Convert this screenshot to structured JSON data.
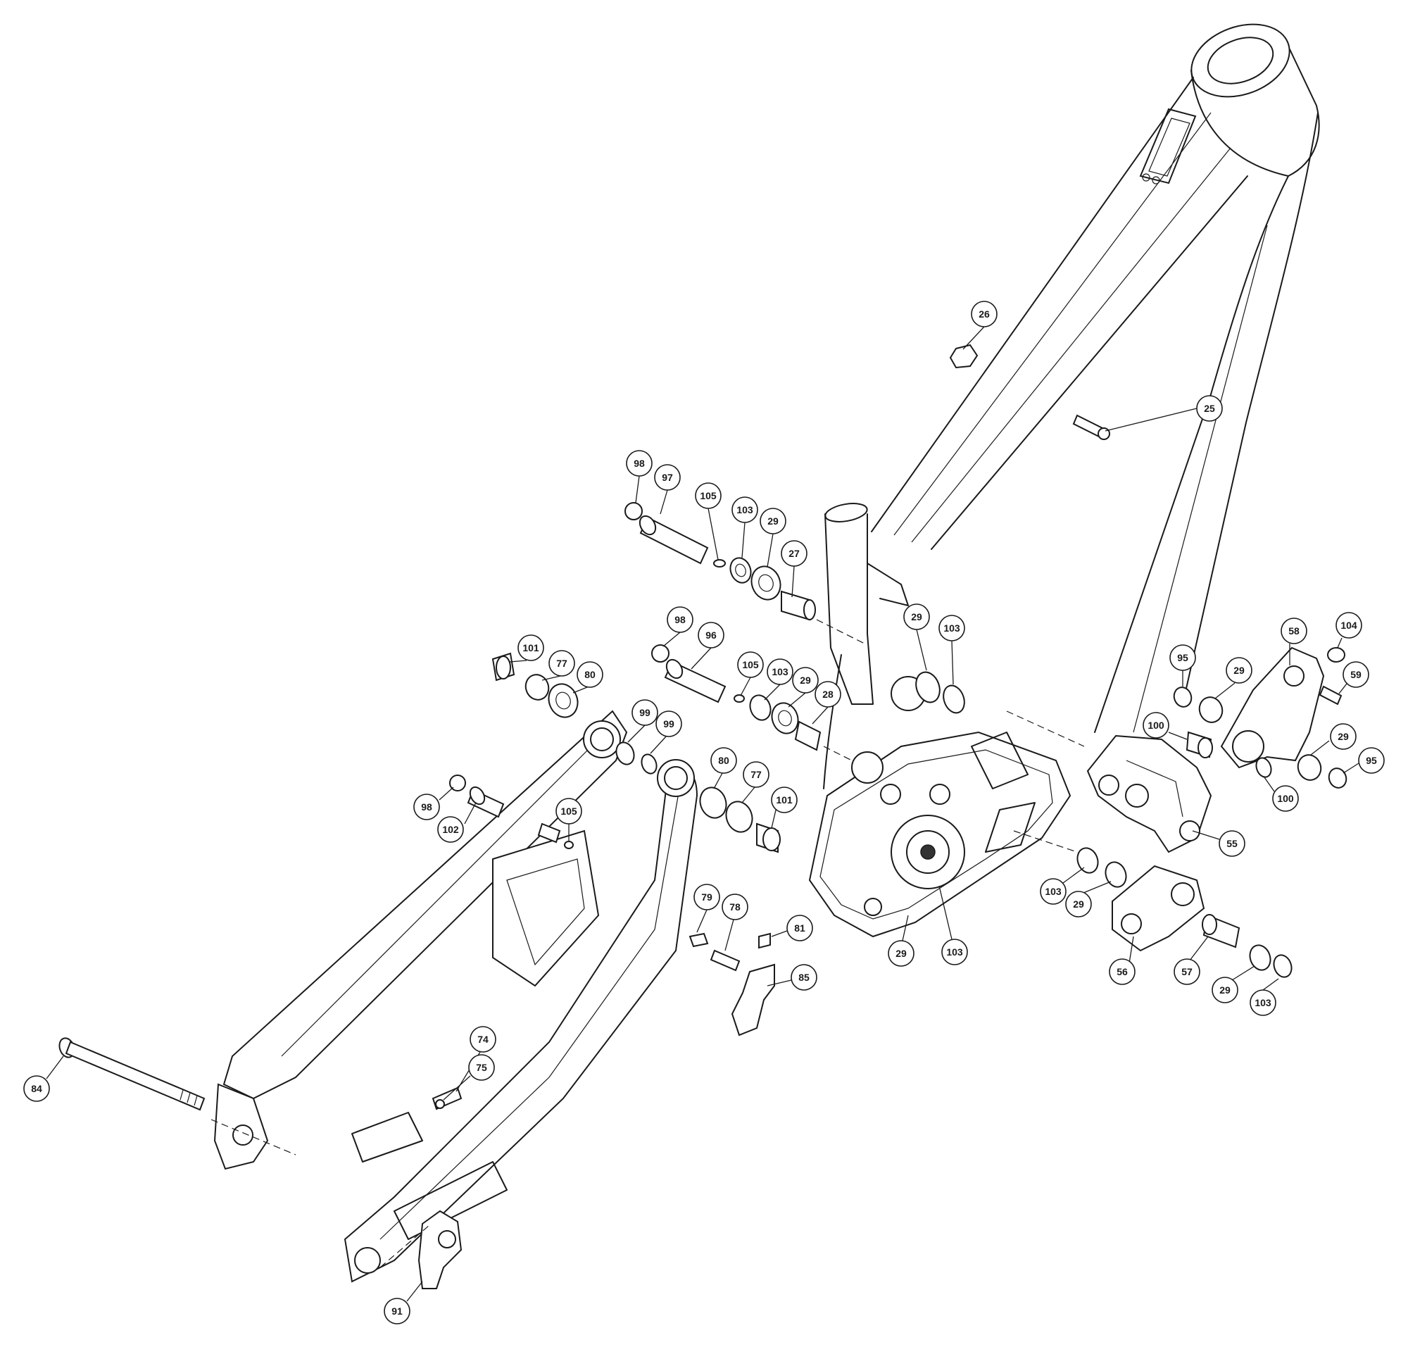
{
  "figure": {
    "type": "exploded-parts-diagram",
    "line_color": "#1a1a1a",
    "background": "#ffffff"
  },
  "callouts": [
    {
      "id": "c26",
      "label": "26"
    },
    {
      "id": "c25",
      "label": "25"
    },
    {
      "id": "c98a",
      "label": "98"
    },
    {
      "id": "c97",
      "label": "97"
    },
    {
      "id": "c105a",
      "label": "105"
    },
    {
      "id": "c103a",
      "label": "103"
    },
    {
      "id": "c29a",
      "label": "29"
    },
    {
      "id": "c27",
      "label": "27"
    },
    {
      "id": "c29b",
      "label": "29"
    },
    {
      "id": "c103b",
      "label": "103"
    },
    {
      "id": "c104",
      "label": "104"
    },
    {
      "id": "c58",
      "label": "58"
    },
    {
      "id": "c98b",
      "label": "98"
    },
    {
      "id": "c96",
      "label": "96"
    },
    {
      "id": "c105b",
      "label": "105"
    },
    {
      "id": "c103c",
      "label": "103"
    },
    {
      "id": "c29c",
      "label": "29"
    },
    {
      "id": "c28",
      "label": "28"
    },
    {
      "id": "c101a",
      "label": "101"
    },
    {
      "id": "c77a",
      "label": "77"
    },
    {
      "id": "c80a",
      "label": "80"
    },
    {
      "id": "c95a",
      "label": "95"
    },
    {
      "id": "c29d",
      "label": "29"
    },
    {
      "id": "c59",
      "label": "59"
    },
    {
      "id": "c100a",
      "label": "100"
    },
    {
      "id": "c29e",
      "label": "29"
    },
    {
      "id": "c95b",
      "label": "95"
    },
    {
      "id": "c100b",
      "label": "100"
    },
    {
      "id": "c99a",
      "label": "99"
    },
    {
      "id": "c99b",
      "label": "99"
    },
    {
      "id": "c80b",
      "label": "80"
    },
    {
      "id": "c77b",
      "label": "77"
    },
    {
      "id": "c101b",
      "label": "101"
    },
    {
      "id": "c98c",
      "label": "98"
    },
    {
      "id": "c102",
      "label": "102"
    },
    {
      "id": "c105c",
      "label": "105"
    },
    {
      "id": "c55",
      "label": "55"
    },
    {
      "id": "c103d",
      "label": "103"
    },
    {
      "id": "c29f",
      "label": "29"
    },
    {
      "id": "c79",
      "label": "79"
    },
    {
      "id": "c78",
      "label": "78"
    },
    {
      "id": "c81",
      "label": "81"
    },
    {
      "id": "c85",
      "label": "85"
    },
    {
      "id": "c29g",
      "label": "29"
    },
    {
      "id": "c103e",
      "label": "103"
    },
    {
      "id": "c56",
      "label": "56"
    },
    {
      "id": "c57",
      "label": "57"
    },
    {
      "id": "c29h",
      "label": "29"
    },
    {
      "id": "c103f",
      "label": "103"
    },
    {
      "id": "c74",
      "label": "74"
    },
    {
      "id": "c75",
      "label": "75"
    },
    {
      "id": "c84",
      "label": "84"
    },
    {
      "id": "c91",
      "label": "91"
    }
  ]
}
